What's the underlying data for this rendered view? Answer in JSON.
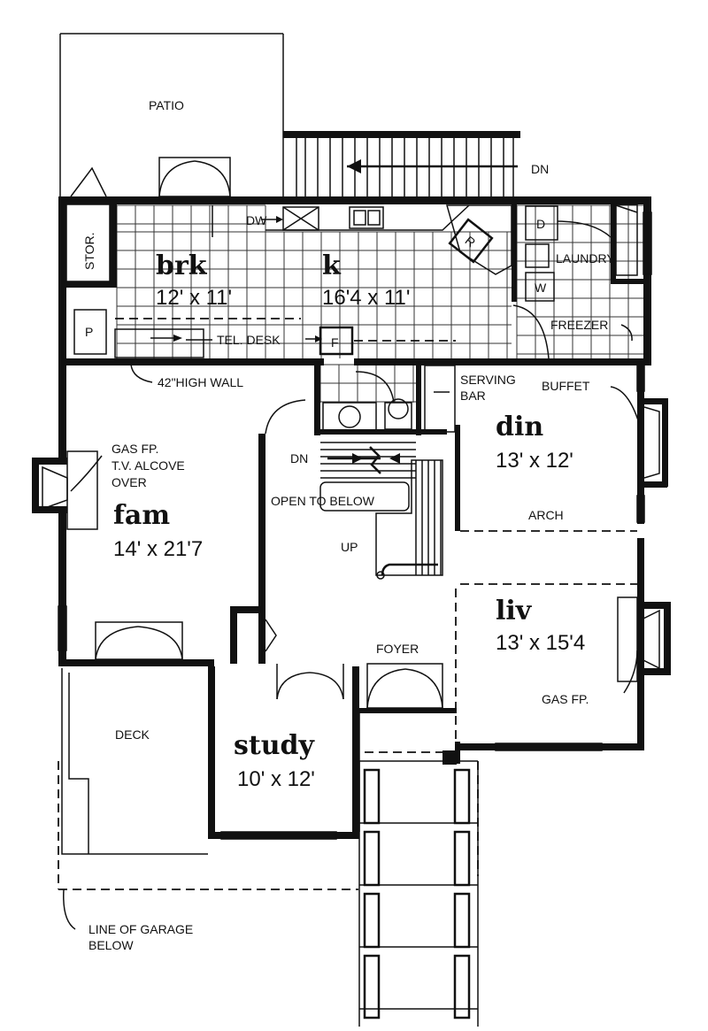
{
  "labels": {
    "patio": "PATIO",
    "dn_top": "DN",
    "stor": "STOR.",
    "dw": "DW",
    "laundry": "LAUNDRY",
    "freezer": "FREEZER",
    "tel_desk": "TEL. DESK",
    "high_wall": "42\"HIGH WALL",
    "serving_bar_1": "SERVING",
    "serving_bar_2": "BAR",
    "buffet": "BUFFET",
    "gas_fp_1": "GAS FP.",
    "gas_fp_2": "T.V. ALCOVE",
    "gas_fp_3": "OVER",
    "dn_stair": "DN",
    "open_to_below": "OPEN TO BELOW",
    "up": "UP",
    "arch": "ARCH",
    "foyer": "FOYER",
    "gas_fp_liv": "GAS FP.",
    "deck": "DECK",
    "garage_1": "LINE OF GARAGE",
    "garage_2": "BELOW"
  },
  "appliances": {
    "pantry": "P",
    "fridge_k": "R",
    "fridge_f": "F",
    "dryer": "D",
    "washer": "W"
  },
  "rooms": {
    "brk": {
      "name": "brk",
      "dims": "12' x 11'"
    },
    "k": {
      "name": "k",
      "dims": "16'4 x 11'"
    },
    "din": {
      "name": "din",
      "dims": "13' x 12'"
    },
    "fam": {
      "name": "fam",
      "dims": "14' x 21'7"
    },
    "liv": {
      "name": "liv",
      "dims": "13' x 15'4"
    },
    "study": {
      "name": "study",
      "dims": "10' x 12'"
    }
  }
}
